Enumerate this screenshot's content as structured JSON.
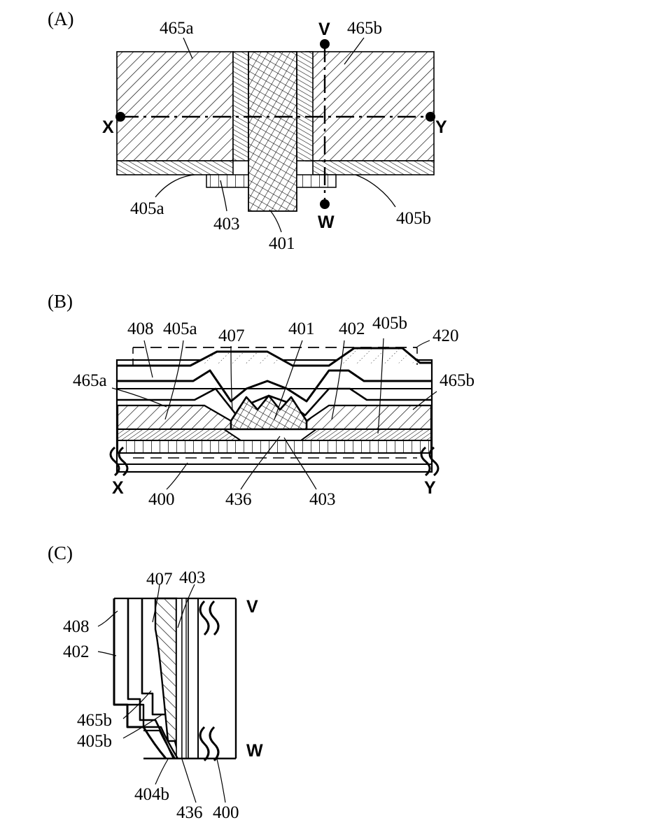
{
  "document": {
    "type": "patent-figure",
    "panels": [
      {
        "id": "A",
        "tag": "(A)",
        "view": "top-plan-view",
        "labels": [
          {
            "name": "465a",
            "text": "465a"
          },
          {
            "name": "465b",
            "text": "465b"
          },
          {
            "name": "405a",
            "text": "405a"
          },
          {
            "name": "403",
            "text": "403"
          },
          {
            "name": "401",
            "text": "401"
          },
          {
            "name": "405b",
            "text": "405b"
          }
        ],
        "section_markers": [
          {
            "name": "X",
            "text": "X"
          },
          {
            "name": "Y",
            "text": "Y"
          },
          {
            "name": "V",
            "text": "V"
          },
          {
            "name": "W",
            "text": "W"
          }
        ]
      },
      {
        "id": "B",
        "tag": "(B)",
        "view": "cross-section-X-Y",
        "labels": [
          {
            "name": "408",
            "text": "408"
          },
          {
            "name": "405a",
            "text": "405a"
          },
          {
            "name": "407",
            "text": "407"
          },
          {
            "name": "401",
            "text": "401"
          },
          {
            "name": "402",
            "text": "402"
          },
          {
            "name": "405b",
            "text": "405b"
          },
          {
            "name": "420",
            "text": "420"
          },
          {
            "name": "465a",
            "text": "465a"
          },
          {
            "name": "465b",
            "text": "465b"
          },
          {
            "name": "400",
            "text": "400"
          },
          {
            "name": "436",
            "text": "436"
          },
          {
            "name": "403",
            "text": "403"
          }
        ],
        "section_markers": [
          {
            "name": "X",
            "text": "X"
          },
          {
            "name": "Y",
            "text": "Y"
          }
        ]
      },
      {
        "id": "C",
        "tag": "(C)",
        "view": "cross-section-V-W",
        "labels": [
          {
            "name": "407",
            "text": "407"
          },
          {
            "name": "403",
            "text": "403"
          },
          {
            "name": "408",
            "text": "408"
          },
          {
            "name": "402",
            "text": "402"
          },
          {
            "name": "465b",
            "text": "465b"
          },
          {
            "name": "405b",
            "text": "405b"
          },
          {
            "name": "404b",
            "text": "404b"
          },
          {
            "name": "436",
            "text": "436"
          },
          {
            "name": "400",
            "text": "400"
          }
        ],
        "section_markers": [
          {
            "name": "V",
            "text": "V"
          },
          {
            "name": "W",
            "text": "W"
          }
        ]
      }
    ]
  },
  "colors": {
    "ink": "#000000",
    "paper": "#ffffff"
  }
}
